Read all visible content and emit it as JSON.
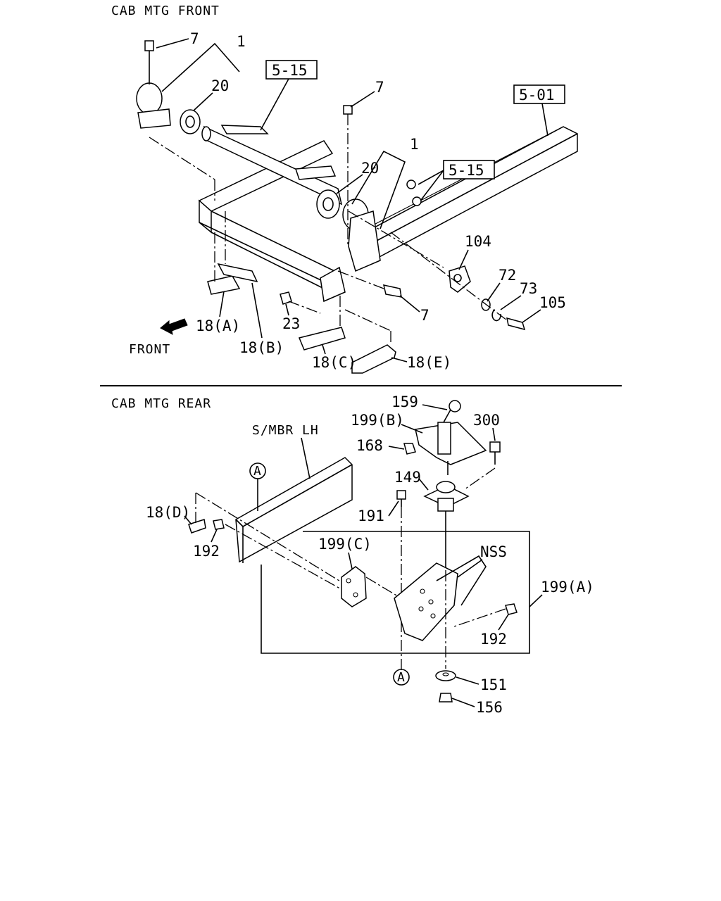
{
  "sections": {
    "front_title": "CAB MTG FRONT",
    "rear_title": "CAB MTG REAR"
  },
  "front": {
    "ref_5_15_top": "5-15",
    "ref_5_01": "5-01",
    "ref_5_15_mid": "5-15",
    "label_7_top": "7",
    "label_1_top": "1",
    "label_20_top": "20",
    "label_7_mid": "7",
    "label_1_mid": "1",
    "label_20_mid": "20",
    "label_104": "104",
    "label_72": "72",
    "label_73": "73",
    "label_105": "105",
    "label_7_low": "7",
    "label_23": "23",
    "label_18a": "18(A)",
    "label_18b": "18(B)",
    "label_18c": "18(C)",
    "label_18e": "18(E)",
    "front_text": "FRONT"
  },
  "rear": {
    "label_159": "159",
    "label_199b": "199(B)",
    "label_300": "300",
    "label_168": "168",
    "label_smbr": "S/MBR LH",
    "marker_a_top": "A",
    "label_149": "149",
    "label_191": "191",
    "label_18d": "18(D)",
    "label_192_left": "192",
    "label_199c": "199(C)",
    "label_nss": "NSS",
    "label_199a": "199(A)",
    "label_192_right": "192",
    "marker_a_bottom": "A",
    "label_151": "151",
    "label_156": "156"
  }
}
